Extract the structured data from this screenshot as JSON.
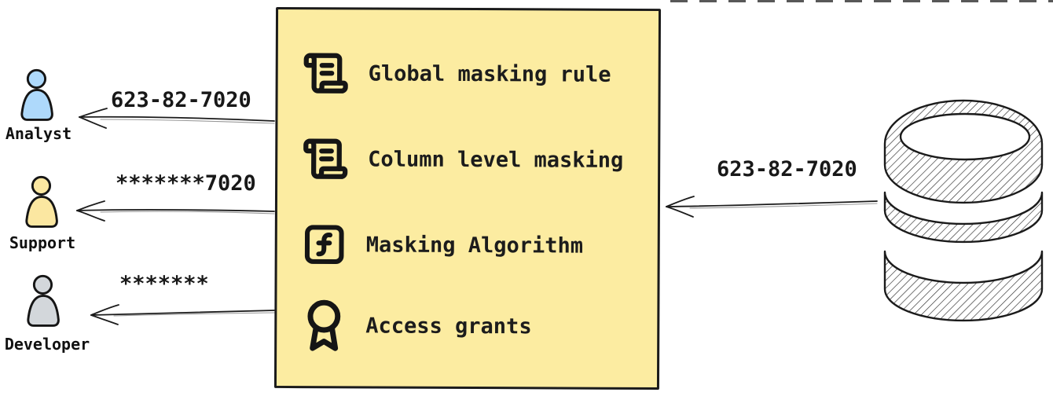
{
  "users": [
    {
      "name": "Analyst",
      "received_value": "623-82-7020",
      "fill": "#aed9fb"
    },
    {
      "name": "Support",
      "received_value": "*******7020",
      "fill": "#fbe7a1"
    },
    {
      "name": "Developer",
      "received_value": "*******",
      "fill": "#d3d7db"
    }
  ],
  "masking_box": {
    "background": "#fceca1",
    "items": [
      {
        "icon": "scroll-text-icon",
        "label": "Global masking rule"
      },
      {
        "icon": "scroll-text-icon",
        "label": "Column level masking"
      },
      {
        "icon": "function-square-icon",
        "label": "Masking Algorithm"
      },
      {
        "icon": "award-icon",
        "label": "Access grants"
      }
    ]
  },
  "database": {
    "icon": "database-icon",
    "outgoing_value": "623-82-7020"
  }
}
